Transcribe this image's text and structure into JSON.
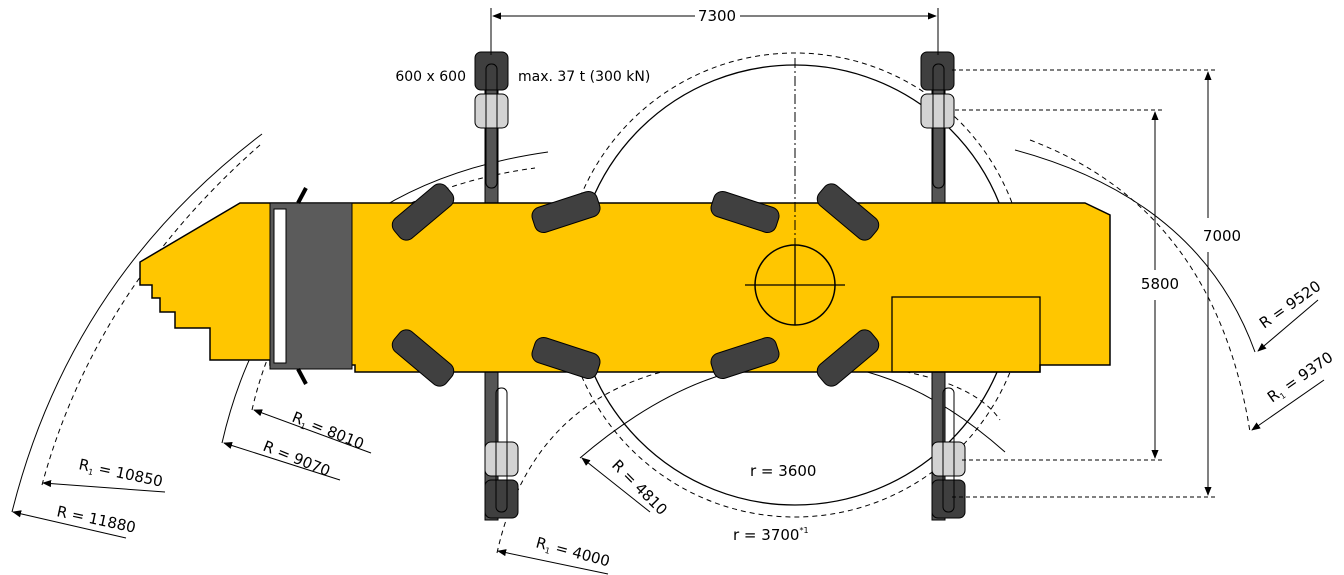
{
  "colors": {
    "body": "#FFC600",
    "cab": "#5B5B5B",
    "tire": "#404040",
    "outrigger": "#555555",
    "pad_light": "#D3D3D3",
    "outline": "#000000"
  },
  "dimensions": {
    "outrigger_span_length": "7300",
    "outrigger_span_width_full": "7000",
    "outrigger_span_width_partial": "5800",
    "pad_size": "600 x 600",
    "max_load": "max. 37 t (300 kN)"
  },
  "radii": {
    "slew_inner": {
      "prefix": "r = ",
      "value": "3600"
    },
    "slew_outer": {
      "prefix": "r = ",
      "value": "3700",
      "note": "*1"
    },
    "r_9520": {
      "prefix": "R = ",
      "value": "9520"
    },
    "ri_9370": {
      "prefix": "R",
      "sub": "1",
      "mid": " = ",
      "value": "9370"
    },
    "r_4810": {
      "prefix": "R = ",
      "value": "4810"
    },
    "ri_4000": {
      "prefix": "R",
      "sub": "1",
      "mid": " = ",
      "value": "4000"
    },
    "ri_8010": {
      "prefix": "R",
      "sub": "1",
      "mid": " = ",
      "value": "8010"
    },
    "r_9070": {
      "prefix": "R = ",
      "value": "9070"
    },
    "ri_10850": {
      "prefix": "R",
      "sub": "1",
      "mid": " = ",
      "value": "10850"
    },
    "r_11880": {
      "prefix": "R = ",
      "value": "11880"
    }
  }
}
